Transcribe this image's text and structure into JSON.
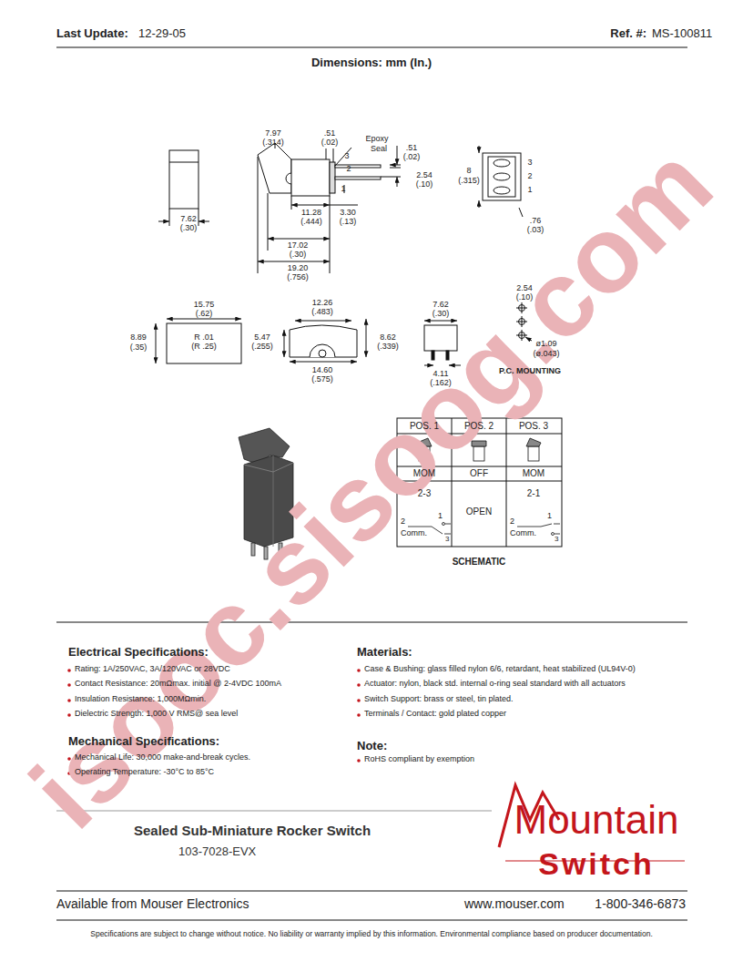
{
  "diagram": {
    "labels": [
      "Last Update:",
      "12-29-05",
      "Ref. #:",
      "MS-100811",
      "Dimensions: mm (In.)",
      "7.97",
      "(.314)",
      ".51",
      "(.02)",
      "Epoxy",
      "Seal",
      "3",
      "2",
      "1",
      ".51",
      "(.02)",
      "2.54",
      "(.10)",
      "11.28",
      "(.444)",
      "3.30",
      "(.13)",
      "17.02",
      "(.30)",
      "19.20",
      "(.756)",
      "7.62",
      "(.30)",
      "8",
      "(.315)",
      "3",
      "2",
      "1",
      ".76",
      "(.03)",
      "15.75",
      "(.62)",
      "8.89",
      "(.35)",
      "R .01",
      "(R .25)",
      "12.26",
      "(.483)",
      "5.47",
      "(.255)",
      "8.62",
      "(.339)",
      "14.60",
      "(.575)",
      "7.62",
      "(.30)",
      "4.11",
      "(.162)",
      "2.54",
      "(.10)",
      "ø1.09",
      "(ø.043)",
      "P.C. MOUNTING",
      "POS. 1",
      "POS. 2",
      "POS. 3",
      "MOM",
      "OFF",
      "MOM",
      "2-3",
      "OPEN",
      "2-1",
      "2",
      "Comm.",
      "1",
      "3",
      "2",
      "Comm.",
      "1",
      "3",
      "SCHEMATIC",
      "Electrical Specifications:",
      "Rating: 1A/250VAC, 3A/120VAC or 28VDC",
      "Contact Resistance: 20mΩmax. initial @ 2-4VDC 100mA",
      "Insulation Resistance: 1,000MΩmin.",
      "Dielectric Strength: 1,000 V RMS@ sea level",
      "Mechanical Specifications:",
      "Mechanical Life: 30,000 make-and-break cycles.",
      "Operating Temperature: -30°C to 85°C",
      "Materials:",
      "Case & Bushing: glass filled nylon 6/6, retardant, heat stabilized (UL94V-0)",
      "Actuator: nylon, black std. internal o-ring seal standard with all actuators",
      "Switch Support: brass or steel, tin plated.",
      "Terminals / Contact: gold plated copper",
      "Note:",
      "RoHS compliant by exemption",
      "Sealed Sub-Miniature Rocker Switch",
      "103-7028-EVX",
      "Mountain",
      "Switch",
      "Available from Mouser Electronics",
      "www.mouser.com",
      "1-800-346-6873",
      "Specifications are subject to change without notice. No liability or warranty implied by this information. Environmental compliance based on producer documentation.",
      "isooc.sisoog.com"
    ]
  }
}
